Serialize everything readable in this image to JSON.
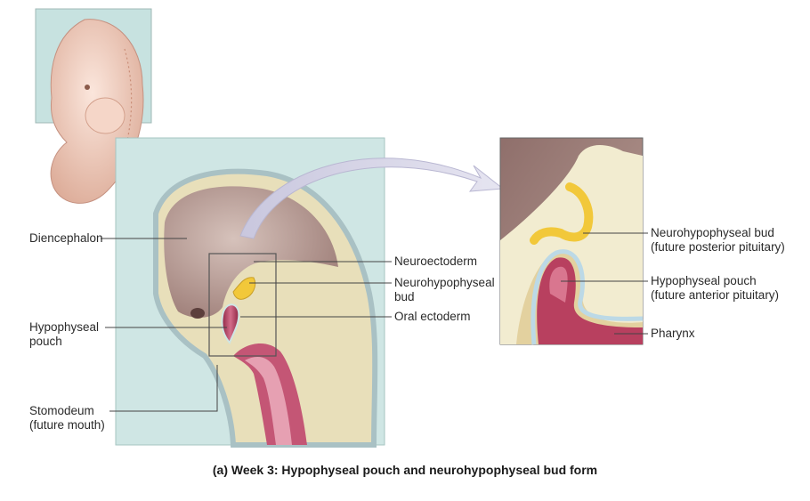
{
  "labels": {
    "diencephalon": "Diencephalon",
    "hypophyseal_pouch_line1": "Hypophyseal",
    "hypophyseal_pouch_line2": "pouch",
    "stomodeum_line1": "Stomodeum",
    "stomodeum_line2": "(future mouth)",
    "neuroectoderm": "Neuroectoderm",
    "neurohypophyseal_bud_line1": "Neurohypophyseal",
    "neurohypophyseal_bud_line2": "bud",
    "oral_ectoderm": "Oral ectoderm",
    "detail_neuro_bud_line1": "Neurohypophyseal bud",
    "detail_neuro_bud_line2": "(future posterior pituitary)",
    "detail_hypo_pouch_line1": "Hypophyseal pouch",
    "detail_hypo_pouch_line2": "(future anterior pituitary)",
    "pharynx": "Pharynx"
  },
  "caption": "(a) Week 3: Hypophyseal pouch and neurohypophyseal bud form",
  "colors": {
    "panel_bg": "#cfe6e4",
    "brain": "#b79a92",
    "ectoderm": "#ece3bf",
    "bud": "#f2c83a",
    "pouch": "#b43d5e",
    "tan": "#d8c08e",
    "line": "#444444"
  }
}
